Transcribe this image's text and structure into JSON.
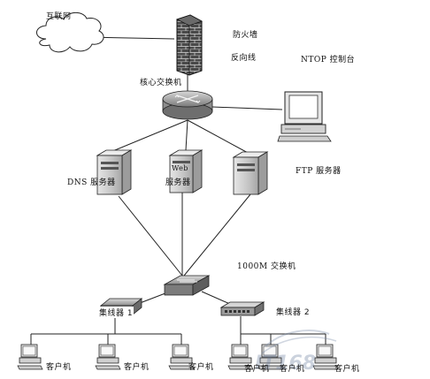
{
  "nodes": {
    "internet": "互联网",
    "firewall": "防火墙",
    "mirror_line": "反向线",
    "ntop_console": "NTOP 控制台",
    "core_switch": "核心交换机",
    "dns_server": "DNS 服务器",
    "web_server_line1": "Web",
    "web_server_line2": "服务器",
    "ftp_server": "FTP 服务器",
    "switch_1000m": "1000M 交换机",
    "hub_1": "集线器 1",
    "hub_2": "集线器 2",
    "client": "客户机"
  },
  "watermark": "IT168",
  "colors": {
    "line": "#222222",
    "firewall_brick": "#3a3a3a",
    "server_body": "#c9c9c9",
    "router_body": "#9a9a9a"
  }
}
